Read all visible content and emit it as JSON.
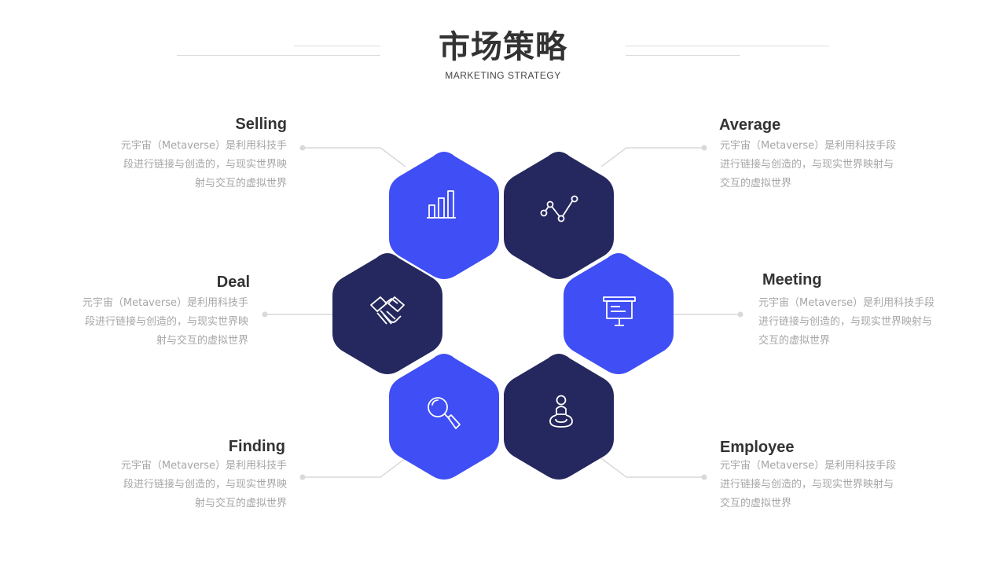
{
  "header": {
    "title": "市场策略",
    "subtitle": "MARKETING  STRATEGY"
  },
  "colors": {
    "blue": "#3f4ef5",
    "navy": "#25285e",
    "ring_on_blue": "#b6bcf7",
    "ring_on_navy": "#a9aac2",
    "text_dark": "#333333",
    "text_gray": "#a6a6a6",
    "line": "#d9d9d9"
  },
  "items": [
    {
      "title": "Selling",
      "icon": "bar-chart-icon",
      "line1": "元宇宙（Metaverse）是利用科技手",
      "line2": "段进行链接与创造的，与现实世界映",
      "line3": "射与交互的虚拟世界"
    },
    {
      "title": "Average",
      "icon": "line-chart-icon",
      "line1": "元宇宙（Metaverse）是利用科技手段",
      "line2": "进行链接与创造的，与现实世界映射与",
      "line3": "交互的虚拟世界"
    },
    {
      "title": "Deal",
      "icon": "handshake-icon",
      "line1": "元宇宙（Metaverse）是利用科技手",
      "line2": "段进行链接与创造的，与现实世界映",
      "line3": "射与交互的虚拟世界"
    },
    {
      "title": "Meeting",
      "icon": "presentation-board-icon",
      "line1": "元宇宙（Metaverse）是利用科技手段",
      "line2": "进行链接与创造的，与现实世界映射与",
      "line3": "交互的虚拟世界"
    },
    {
      "title": "Finding",
      "icon": "magnifier-icon",
      "line1": "元宇宙（Metaverse）是利用科技手",
      "line2": "段进行链接与创造的，与现实世界映",
      "line3": "射与交互的虚拟世界"
    },
    {
      "title": "Employee",
      "icon": "person-pin-icon",
      "line1": "元宇宙（Metaverse）是利用科技手段",
      "line2": "进行链接与创造的，与现实世界映射与",
      "line3": "交互的虚拟世界"
    }
  ]
}
